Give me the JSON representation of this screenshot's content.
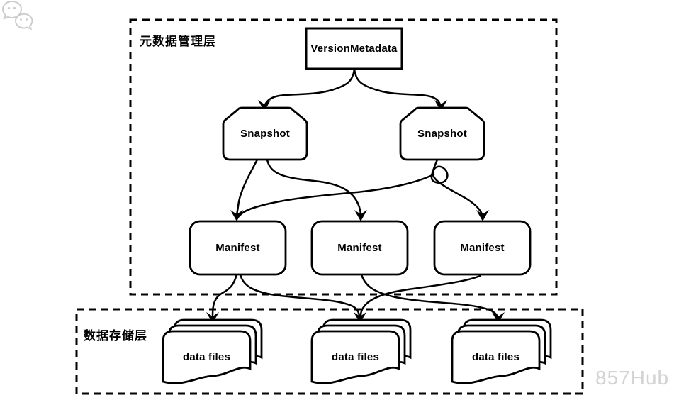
{
  "layers": {
    "metadata": {
      "label": "元数据管理层"
    },
    "storage": {
      "label": "数据存储层"
    }
  },
  "nodes": {
    "version_metadata": {
      "label": "VersionMetadata",
      "shape": "rectangle"
    },
    "snapshots": [
      {
        "label": "Snapshot",
        "shape": "card-cut-corners"
      },
      {
        "label": "Snapshot",
        "shape": "card-cut-corners"
      }
    ],
    "manifests": [
      {
        "label": "Manifest",
        "shape": "rounded-rectangle"
      },
      {
        "label": "Manifest",
        "shape": "rounded-rectangle"
      },
      {
        "label": "Manifest",
        "shape": "rounded-rectangle"
      }
    ],
    "data_files": [
      {
        "label": "data files",
        "shape": "document-stack"
      },
      {
        "label": "data files",
        "shape": "document-stack"
      },
      {
        "label": "data files",
        "shape": "document-stack"
      }
    ]
  },
  "edges": [
    {
      "from": "VersionMetadata",
      "to": "Snapshot-1"
    },
    {
      "from": "VersionMetadata",
      "to": "Snapshot-2"
    },
    {
      "from": "Snapshot-1",
      "to": "Manifest-1"
    },
    {
      "from": "Snapshot-1",
      "to": "Manifest-2"
    },
    {
      "from": "Snapshot-2",
      "to": "Manifest-1"
    },
    {
      "from": "Snapshot-2",
      "to": "Manifest-3"
    },
    {
      "from": "Manifest-1",
      "to": "data-files-1"
    },
    {
      "from": "Manifest-1",
      "to": "data-files-2"
    },
    {
      "from": "Manifest-2",
      "to": "data-files-3"
    },
    {
      "from": "Manifest-3",
      "to": "data-files-2"
    }
  ],
  "watermark": {
    "text": "857Hub",
    "icon": "wechat-chat-bubbles"
  },
  "colors": {
    "stroke": "#000000",
    "node_fill": "#ffffff",
    "background": "#ffffff",
    "watermark": "#d3d3d3"
  }
}
